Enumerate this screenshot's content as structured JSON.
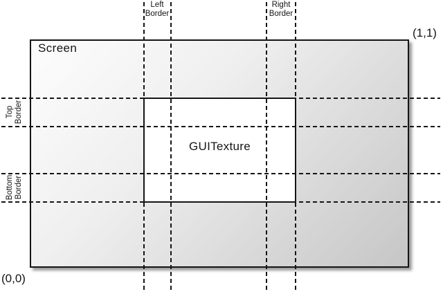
{
  "labels": {
    "screen": "Screen",
    "guitexture": "GUITexture",
    "coord_bottom_left": "(0,0)",
    "coord_top_right": "(1,1)",
    "left_border_line1": "Left",
    "left_border_line2": "Border",
    "right_border_line1": "Right",
    "right_border_line2": "Border",
    "top_border_line1": "Top",
    "top_border_line2": "Border",
    "bottom_border_line1": "Bottom",
    "bottom_border_line2": "Border"
  },
  "colors": {
    "line": "#141414",
    "canvas-bg": "#ffffff",
    "guitexture-bg": "#ffffff",
    "screen-grad-start": "#fdfdfd",
    "screen-grad-mid": "#efefef",
    "screen-grad-end": "#c6c6c6"
  }
}
